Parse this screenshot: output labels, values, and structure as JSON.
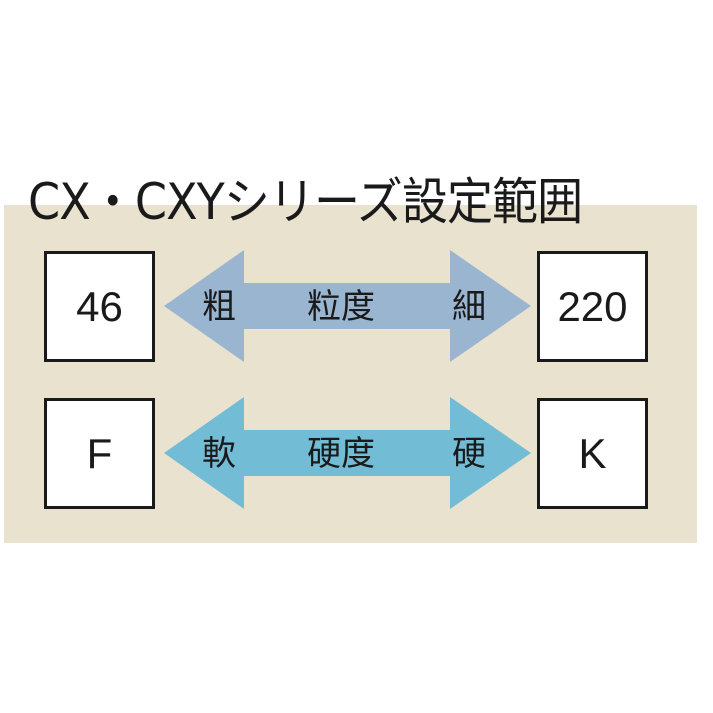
{
  "title": "CX・CXYシリーズ設定範囲",
  "colors": {
    "panel_background": "#e9e2cf",
    "grit_arrow": "#9ab5cf",
    "hardness_arrow": "#73bcd6",
    "box_border": "#1a1a1a"
  },
  "rows": [
    {
      "name": "grit",
      "left_value": "46",
      "right_value": "220",
      "left_label": "粗",
      "center_label": "粒度",
      "right_label": "細"
    },
    {
      "name": "hardness",
      "left_value": "F",
      "right_value": "K",
      "left_label": "軟",
      "center_label": "硬度",
      "right_label": "硬"
    }
  ]
}
